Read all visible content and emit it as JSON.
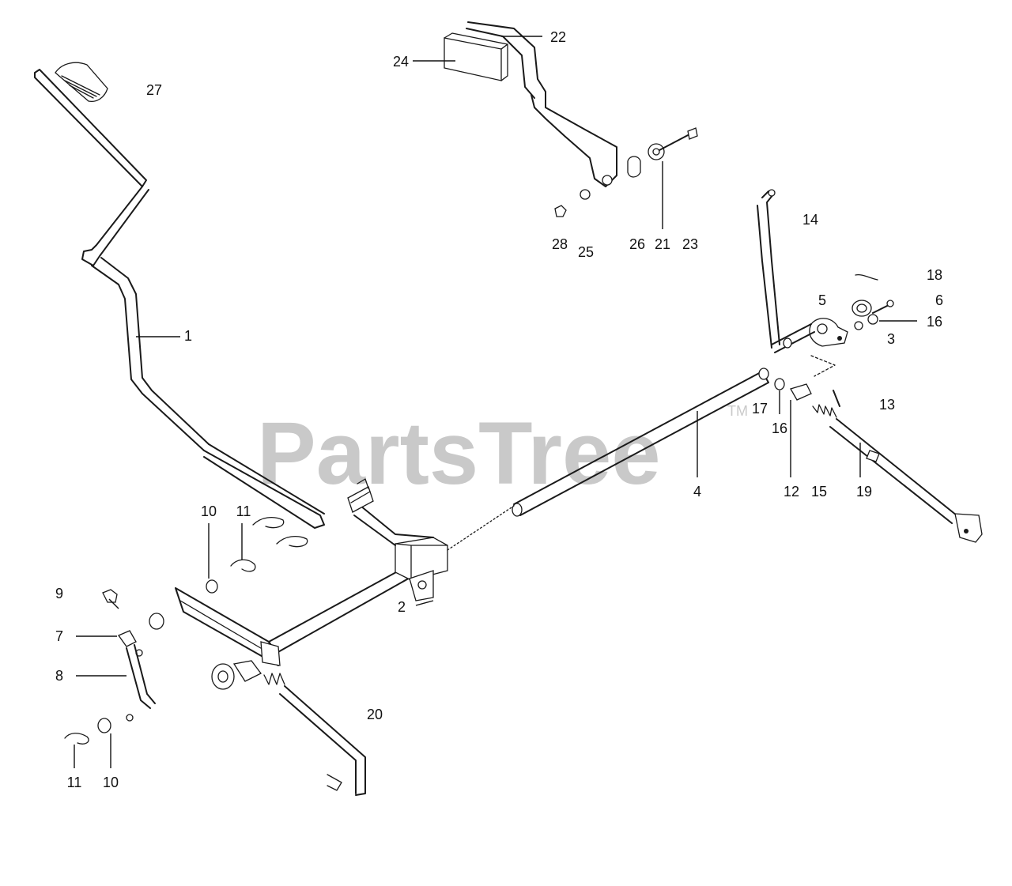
{
  "watermark": {
    "text": "PartsTree",
    "trademark": "TM"
  },
  "callouts": {
    "c1": "1",
    "c2": "2",
    "c3": "3",
    "c4": "4",
    "c5": "5",
    "c6": "6",
    "c7": "7",
    "c8": "8",
    "c9": "9",
    "c10a": "10",
    "c10b": "10",
    "c11a": "11",
    "c11b": "11",
    "c12": "12",
    "c13": "13",
    "c14": "14",
    "c15": "15",
    "c16a": "16",
    "c16b": "16",
    "c17": "17",
    "c18": "18",
    "c19": "19",
    "c20": "20",
    "c21": "21",
    "c22": "22",
    "c23": "23",
    "c24": "24",
    "c25": "25",
    "c26": "26",
    "c27": "27",
    "c28": "28"
  }
}
